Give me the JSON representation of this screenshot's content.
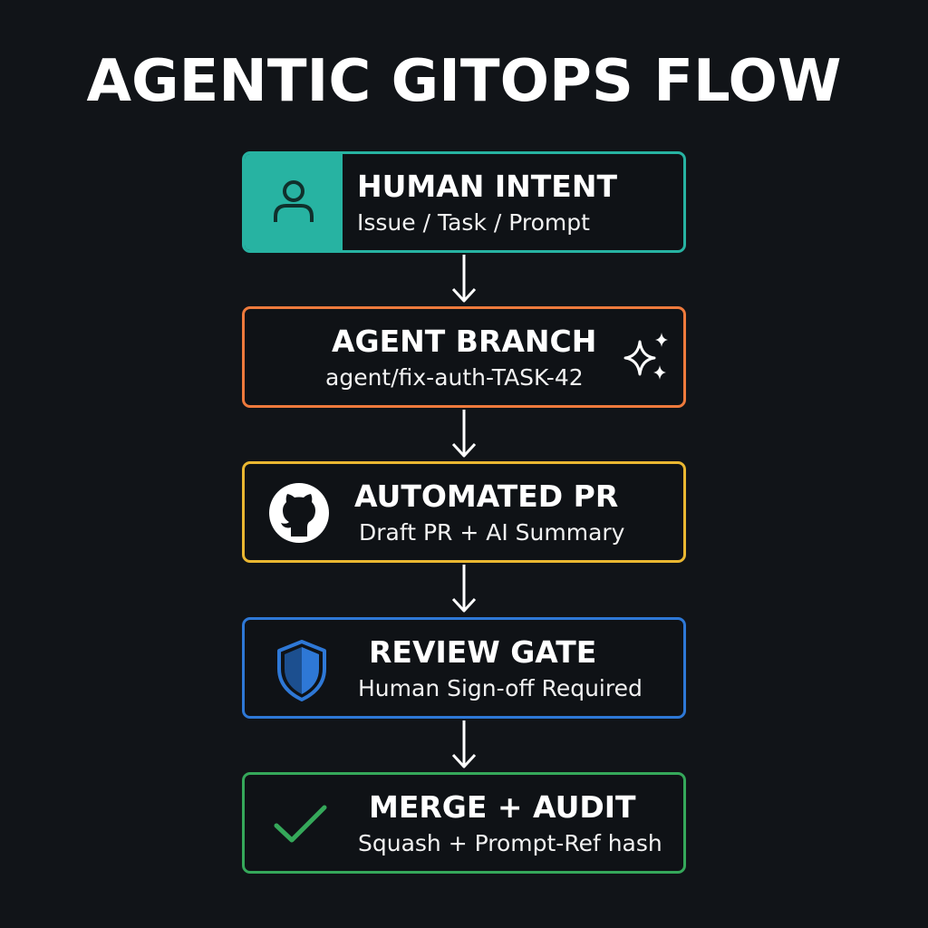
{
  "title": "AGENTIC GITOPS FLOW",
  "steps": [
    {
      "id": "human-intent",
      "title": "HUMAN INTENT",
      "subtitle": "Issue / Task / Prompt",
      "icon": "person-icon",
      "color": "#27b3a2"
    },
    {
      "id": "agent-branch",
      "title": "AGENT BRANCH",
      "subtitle": "agent/fix-auth-TASK-42",
      "icon": "sparkles-icon",
      "color": "#ee7a3c"
    },
    {
      "id": "automated-pr",
      "title": "AUTOMATED PR",
      "subtitle": "Draft PR + AI Summary",
      "icon": "github-icon",
      "color": "#eab731"
    },
    {
      "id": "review-gate",
      "title": "REVIEW GATE",
      "subtitle": "Human Sign-off Required",
      "icon": "shield-icon",
      "color": "#2e78d6"
    },
    {
      "id": "merge-audit",
      "title": "MERGE + AUDIT",
      "subtitle": "Squash + Prompt-Ref hash",
      "icon": "checkmark-icon",
      "color": "#35a85a"
    }
  ],
  "colors": {
    "background": "#111418",
    "text": "#ffffff",
    "arrow": "#ffffff"
  }
}
